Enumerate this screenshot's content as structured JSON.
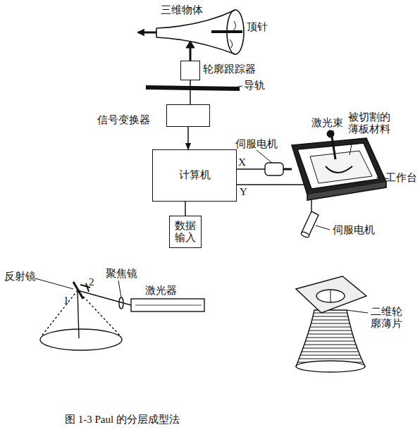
{
  "diagram": {
    "caption": "图 1-3  Paul 的分层成型法",
    "nodes": [
      {
        "text": [
          "轮廓跟踪器"
        ]
      },
      {
        "text": [
          "信号变换器"
        ]
      },
      {
        "text": [
          "计算机"
        ]
      },
      {
        "text": [
          "数据输入"
        ]
      }
    ],
    "edges": [
      {
        "from": 0,
        "to": 1,
        "arrow": "none"
      },
      {
        "from": 1,
        "to": 2,
        "arrow": "to"
      },
      {
        "from": 3,
        "to": 2,
        "arrow": "none"
      }
    ],
    "labels": [
      "三维物体",
      "顶针",
      "导轨",
      "激光束",
      "被切割的薄板材料",
      "伺服电机",
      "X",
      "工作台",
      "Y",
      "伺服电机",
      "反射镜",
      "聚焦镜",
      "2",
      "激光器",
      "1",
      "二维轮廓薄片"
    ]
  }
}
